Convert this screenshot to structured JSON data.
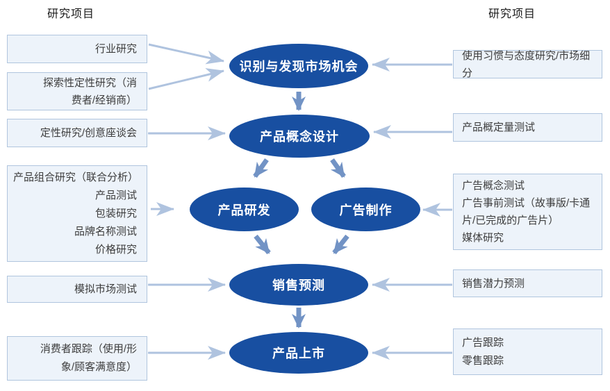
{
  "headers": {
    "left": "研究项目",
    "right": "研究项目"
  },
  "flow": {
    "stage1": "识别与发现市场机会",
    "stage2": "产品概念设计",
    "stage3a": "产品研发",
    "stage3b": "广告制作",
    "stage4": "销售预测",
    "stage5": "产品上市"
  },
  "left_boxes": [
    {
      "lines": [
        "行业研究"
      ]
    },
    {
      "lines": [
        "探索性定性研究（消",
        "费者/经销商）"
      ]
    },
    {
      "lines": [
        "定性研究/创意座谈会"
      ]
    },
    {
      "lines": [
        "产品组合研究（联合分析）",
        "产品测试",
        "包装研究",
        "品牌名称测试",
        "价格研究"
      ]
    },
    {
      "lines": [
        "模拟市场测试"
      ]
    },
    {
      "lines": [
        "消费者跟踪（使用/形",
        "象/顾客满意度）"
      ]
    }
  ],
  "right_boxes": [
    {
      "lines": [
        "使用习惯与态度研究/市场细分"
      ]
    },
    {
      "lines": [
        "产品概定量测试"
      ]
    },
    {
      "lines": [
        "广告概念测试",
        "广告事前测试（故事版/卡通",
        "片/已完成的广告片）",
        "媒体研究"
      ]
    },
    {
      "lines": [
        "销售潜力预测"
      ]
    },
    {
      "lines": [
        "广告跟踪",
        "零售跟踪"
      ]
    }
  ],
  "colors": {
    "ellipse_fill": "#184FA1",
    "ellipse_text": "#FFFFFF",
    "box_fill": "#EDF3FA",
    "box_border": "#B0C5DE",
    "box_text": "#3D3D3D",
    "arrow_light": "#AFC3DF",
    "arrow_medium": "#7293C5",
    "header_text": "#1A1A1A"
  }
}
